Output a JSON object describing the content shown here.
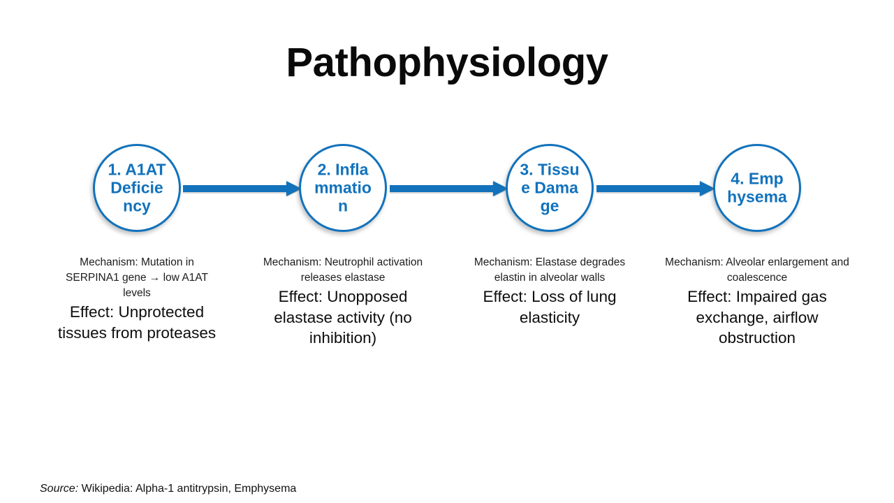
{
  "slide": {
    "title": "Pathophysiology",
    "background_color": "#ffffff",
    "accent_color": "#1272BC",
    "text_color": "#0d0d0d"
  },
  "flow": {
    "arrow_color": "#1272BC",
    "nodes": [
      {
        "number": "1.",
        "name": "A1AT Deficiency",
        "mechanism": "Mechanism: Mutation in SERPINA1 gene → low A1AT levels",
        "effect": "Effect: Unprotected tissues from proteases"
      },
      {
        "number": "2.",
        "name": "Inflammation",
        "mechanism": "Mechanism: Neutrophil activation releases elastase",
        "effect": "Effect: Unopposed elastase activity (no inhibition)"
      },
      {
        "number": "3.",
        "name": "Tissue Damage",
        "mechanism": "Mechanism: Elastase degrades elastin in alveolar walls",
        "effect": "Effect: Loss of lung elasticity"
      },
      {
        "number": "4.",
        "name": "Emphysema",
        "mechanism": "Mechanism: Alveolar enlargement and coalescence",
        "effect": "Effect: Impaired gas exchange, airflow obstruction"
      }
    ],
    "connectors": [
      {
        "from": "1",
        "to": "2",
        "icon": "right-arrow-icon"
      },
      {
        "from": "2",
        "to": "3",
        "icon": "right-arrow-icon"
      },
      {
        "from": "3",
        "to": "4",
        "icon": "right-arrow-icon"
      }
    ]
  },
  "footer": {
    "source_label": "Source:",
    "source_text": "Wikipedia: Alpha-1 antitrypsin, Emphysema"
  }
}
